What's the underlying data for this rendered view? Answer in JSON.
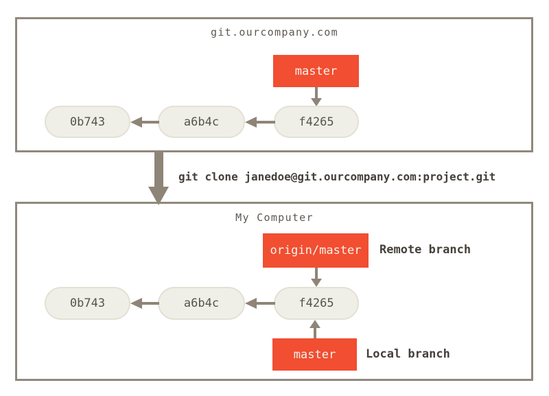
{
  "diagram": {
    "remote_repo": {
      "title": "git.ourcompany.com",
      "branch_label": "master",
      "commits": [
        "0b743",
        "a6b4c",
        "f4265"
      ]
    },
    "clone_command": "git clone janedoe@git.ourcompany.com:project.git",
    "local_repo": {
      "title": "My Computer",
      "remote_branch": {
        "label": "origin/master",
        "annotation": "Remote branch"
      },
      "local_branch": {
        "label": "master",
        "annotation": "Local branch"
      },
      "commits": [
        "0b743",
        "a6b4c",
        "f4265"
      ]
    },
    "colors": {
      "branch_fill": "#f14e32",
      "branch_text": "#faf3e9",
      "commit_fill": "#f0efe7",
      "commit_text": "#57524c",
      "line_and_border": "#8e8578",
      "title_text": "#5d5751",
      "annotation_text": "#45403a"
    }
  }
}
